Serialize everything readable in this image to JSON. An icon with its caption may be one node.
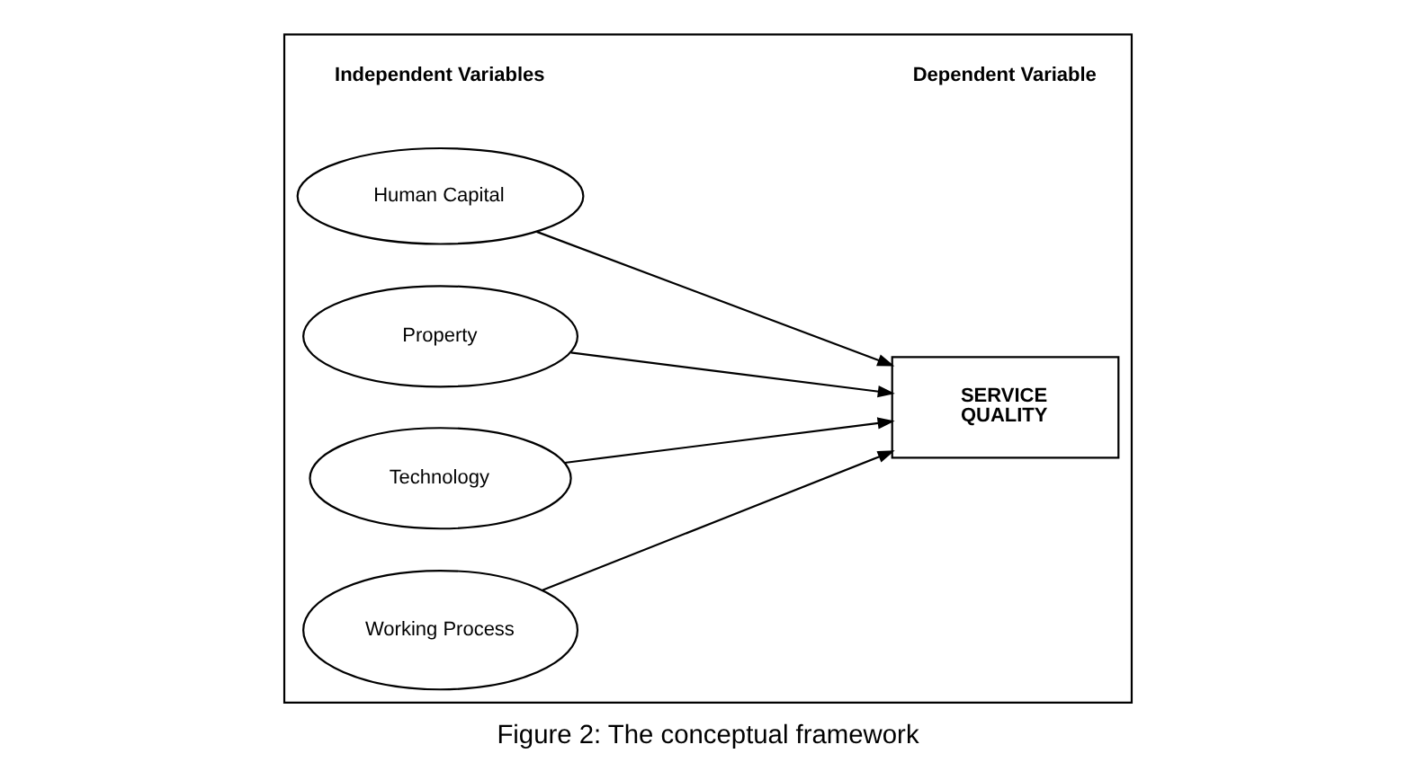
{
  "diagram": {
    "caption": "Figure 2: The conceptual framework",
    "nodes": [
      {
        "text": [],
        "shape": "box"
      },
      {
        "text": [
          "Human Capital"
        ],
        "in": 0
      },
      {
        "text": [
          "Property"
        ],
        "in": 0
      },
      {
        "text": [
          "Technology"
        ],
        "in": 0
      },
      {
        "text": [
          "Working Process"
        ],
        "in": 0
      },
      {
        "text": [
          "SERVICE QUALITY"
        ],
        "in": 0
      }
    ],
    "edges": [
      {
        "from": 1,
        "to": 5,
        "arrow": "to"
      },
      {
        "from": 2,
        "to": 5,
        "arrow": "to"
      },
      {
        "from": 3,
        "to": 5,
        "arrow": "to"
      },
      {
        "from": 4,
        "to": 5,
        "arrow": "to"
      }
    ],
    "labels": [
      "Independent Variables",
      "Dependent Variable"
    ]
  }
}
